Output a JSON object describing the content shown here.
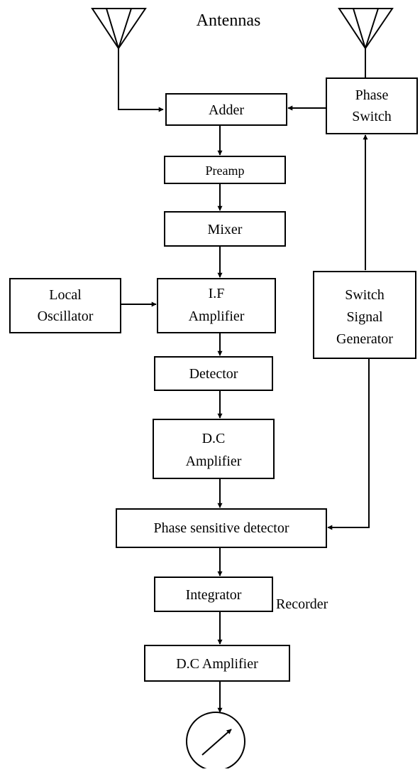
{
  "labels": {
    "antennas": "Antennas",
    "recorder": "Recorder"
  },
  "blocks": {
    "adder": "Adder",
    "phase_switch": [
      "Phase",
      "Switch"
    ],
    "preamp": "Preamp",
    "mixer": "Mixer",
    "local_oscillator": [
      "Local",
      "Oscillator"
    ],
    "if_amplifier": [
      "I.F",
      "Amplifier"
    ],
    "switch_signal_generator": [
      "Switch",
      "Signal",
      "Generator"
    ],
    "detector": "Detector",
    "dc_amplifier_1": [
      "D.C",
      "Amplifier"
    ],
    "phase_sensitive_detector": "Phase sensitive detector",
    "integrator": "Integrator",
    "dc_amplifier_2": "D.C Amplifier"
  }
}
